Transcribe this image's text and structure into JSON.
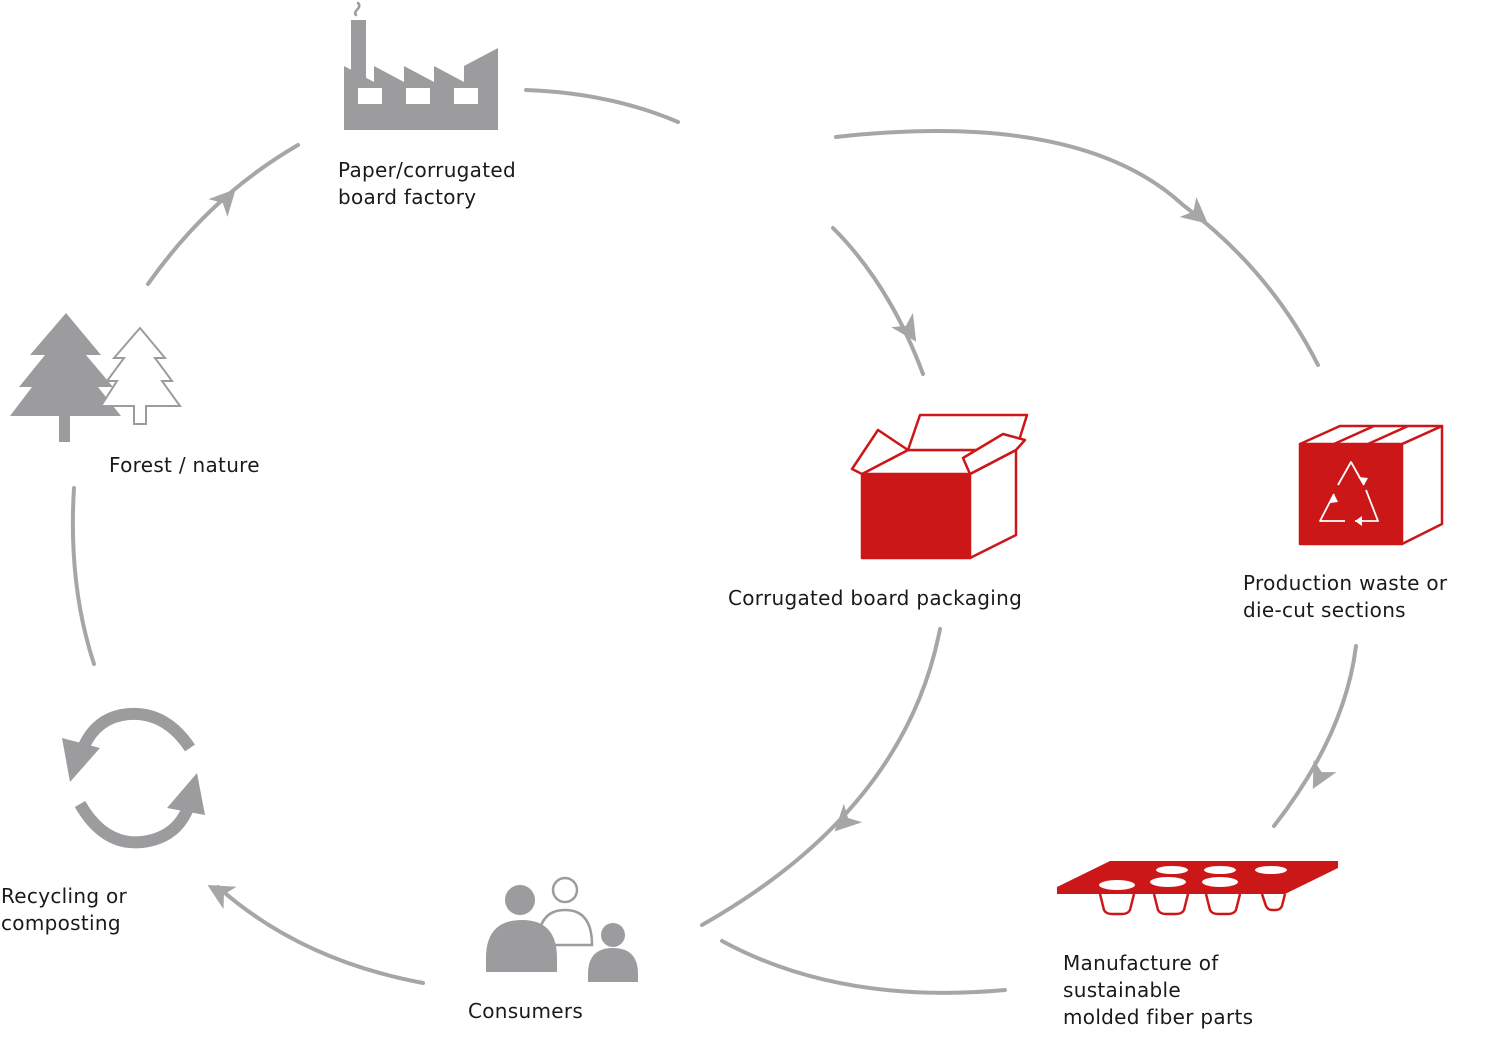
{
  "colors": {
    "gray": "#9c9c9e",
    "arrow_gray": "#a6a6a8",
    "red": "#cc1719",
    "text": "#1a1a1a"
  },
  "nodes": {
    "factory": {
      "icon": "factory-icon",
      "label_lines": [
        "Paper/corrugated",
        "board factory"
      ]
    },
    "forest": {
      "icon": "trees-icon",
      "label_lines": [
        "Forest / nature"
      ]
    },
    "packaging": {
      "icon": "open-box-icon",
      "label_lines": [
        "Corrugated board packaging"
      ]
    },
    "waste": {
      "icon": "recycled-box-icon",
      "label_lines": [
        "Production waste or",
        "die-cut sections"
      ]
    },
    "molded": {
      "icon": "molded-tray-icon",
      "label_lines": [
        "Manufacture of",
        "sustainable",
        "molded fiber parts"
      ]
    },
    "consumers": {
      "icon": "people-icon",
      "label_lines": [
        "Consumers"
      ]
    },
    "recycling": {
      "icon": "recycle-arrows-icon",
      "label_lines": [
        "Recycling or",
        "composting"
      ]
    }
  }
}
